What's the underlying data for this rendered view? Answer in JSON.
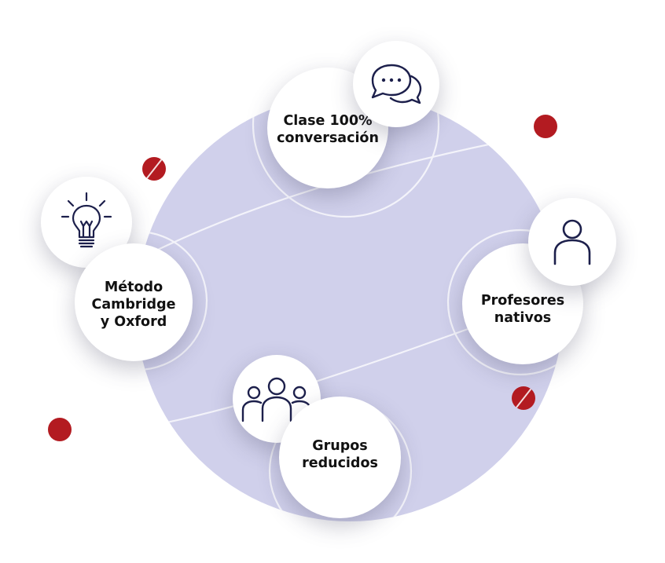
{
  "colors": {
    "big_circle": "#d0d0eb",
    "ring_stroke": "#e9e9f4",
    "icon_stroke": "#1c1f4b",
    "dot": "#b31b21",
    "label_text": "#111111"
  },
  "features": [
    {
      "id": "conversation",
      "label": "Clase 100%\nconversación",
      "icon": "chat-bubbles-icon"
    },
    {
      "id": "method",
      "label": "Método\nCambridge\ny Oxford",
      "icon": "lightbulb-icon"
    },
    {
      "id": "teachers",
      "label": "Profesores\nnativos",
      "icon": "person-icon"
    },
    {
      "id": "groups",
      "label": "Grupos\nreducidos",
      "icon": "group-icon"
    }
  ]
}
